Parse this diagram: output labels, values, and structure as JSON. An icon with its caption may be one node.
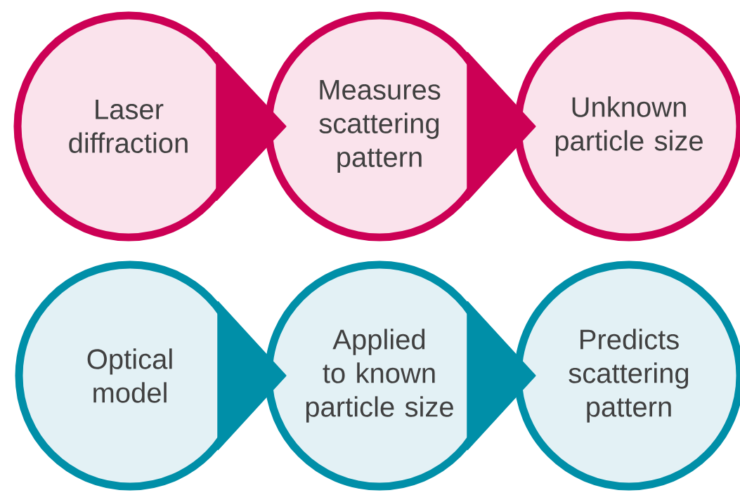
{
  "diagram": {
    "nodes": [
      {
        "text": [
          "Laser diffraction"
        ]
      },
      {
        "text": [
          "Measures scattering pattern"
        ]
      },
      {
        "text": [
          "Unknown particle size"
        ]
      },
      {
        "text": [
          "Optical model"
        ]
      },
      {
        "text": [
          "Applied to known particle size"
        ]
      },
      {
        "text": [
          "Predicts scattering pattern"
        ]
      }
    ],
    "edges": [
      {
        "from": 0,
        "to": 1,
        "arrow": "to",
        "color": "#cc0055"
      },
      {
        "from": 1,
        "to": 2,
        "arrow": "to",
        "color": "#cc0055"
      },
      {
        "from": 3,
        "to": 4,
        "arrow": "to",
        "color": "#008fa8"
      },
      {
        "from": 4,
        "to": 5,
        "arrow": "to",
        "color": "#008fa8"
      }
    ]
  }
}
